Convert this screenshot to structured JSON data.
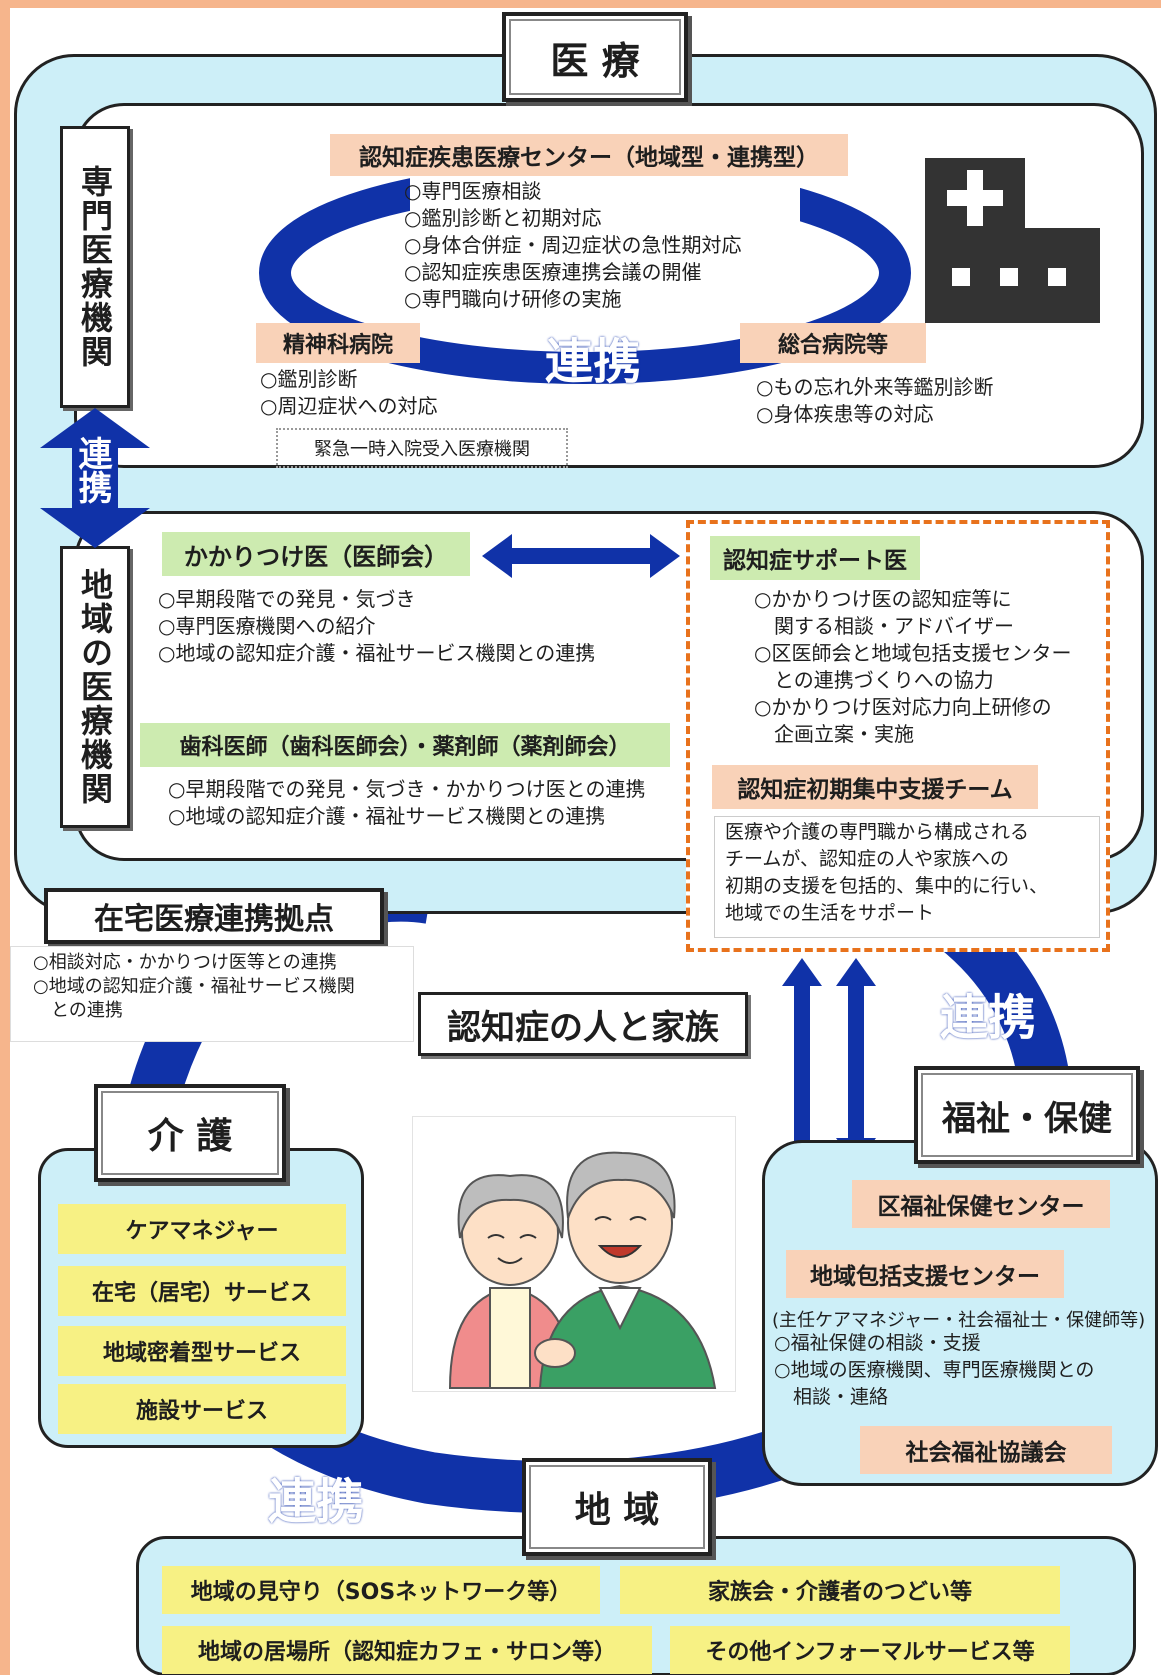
{
  "medical": {
    "title": "医 療",
    "specialist_label": "専門医療機関",
    "community_label": "地域の医療機関",
    "side_link": "連携",
    "center_title": "認知症疾患医療センター（地域型・連携型）",
    "center_items": [
      "○専門医療相談",
      "○鑑別診断と初期対応",
      "○身体合併症・周辺症状の急性期対応",
      "○認知症疾患医療連携会議の開催",
      "○専門職向け研修の実施"
    ],
    "ring_link": "連携",
    "psych_title": "精神科病院",
    "psych_items": [
      "○鑑別診断",
      "○周辺症状への対応"
    ],
    "emergency_label": "緊急一時入院受入医療機関",
    "general_title": "総合病院等",
    "general_items": [
      "○もの忘れ外来等鑑別診断",
      "○身体疾患等の対応"
    ],
    "gp_title": "かかりつけ医（医師会）",
    "gp_items": [
      "○早期段階での発見・気づき",
      "○専門医療機関への紹介",
      "○地域の認知症介護・福祉サービス機関との連携"
    ],
    "dental_title": "歯科医師（歯科医師会）・薬剤師（薬剤師会）",
    "dental_items": [
      "○早期段階での発見・気づき・かかりつけ医との連携",
      "○地域の認知症介護・福祉サービス機関との連携"
    ],
    "support_doctor_title": "認知症サポート医",
    "support_doctor_items": [
      "○かかりつけ医の認知症等に",
      "　関する相談・アドバイザー",
      "○区医師会と地域包括支援センター",
      "　との連携づくりへの協力",
      "○かかりつけ医対応力向上研修の",
      "　企画立案・実施"
    ],
    "team_title": "認知症初期集中支援チーム",
    "team_desc": [
      "医療や介護の専門職から構成される",
      "チームが、認知症の人や家族への",
      "初期の支援を包括的、集中的に行い、",
      "地域での生活をサポート"
    ]
  },
  "home_care": {
    "title": "在宅医療連携拠点",
    "items": [
      "○相談対応・かかりつけ医等との連携",
      "○地域の認知症介護・福祉サービス機関",
      "　との連携"
    ]
  },
  "center_label": "認知症の人と家族",
  "care": {
    "title": "介 護",
    "items": [
      "ケアマネジャー",
      "在宅（居宅）サービス",
      "地域密着型サービス",
      "施設サービス"
    ]
  },
  "welfare": {
    "title": "福祉・保健",
    "ward_center": "区福祉保健センター",
    "comprehensive_center": "地域包括支援センター",
    "comprehensive_note": "(主任ケアマネジャー・社会福祉士・保健師等)",
    "comprehensive_items": [
      "○福祉保健の相談・支援",
      "○地域の医療機関、専門医療機関との",
      "　相談・連絡"
    ],
    "council": "社会福祉協議会"
  },
  "community": {
    "title": "地 域",
    "items": [
      "地域の見守り（SOSネットワーク等）",
      "家族会・介護者のつどい等",
      "地域の居場所（認知症カフェ・サロン等）",
      "その他インフォーマルサービス等"
    ]
  },
  "ring_links": {
    "right": "連携",
    "left": "連携"
  },
  "colors": {
    "ring_blue": "#1032a8",
    "panel_blue": "#cdeff8",
    "orange_dash": "#e8721c"
  }
}
